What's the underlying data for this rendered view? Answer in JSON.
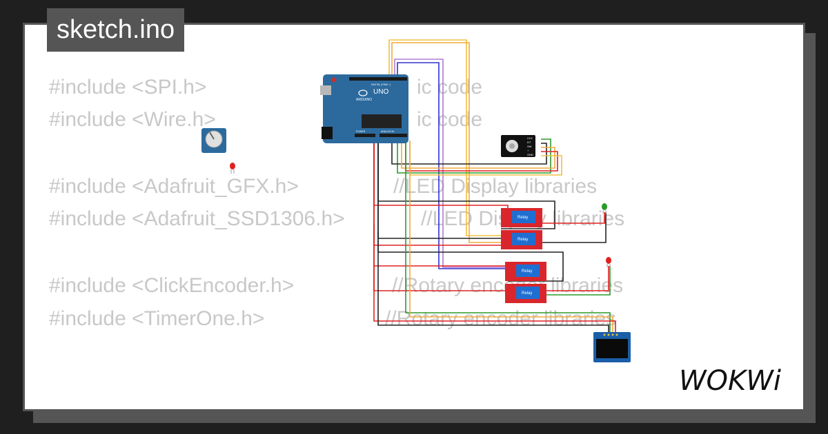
{
  "file_tab": {
    "label": "sketch.ino"
  },
  "code": {
    "lines": [
      {
        "text": "#include <SPI.h>"
      },
      {
        "text": "#include <Wire.h>"
      },
      {
        "text": "#include <Adafruit_GFX.h>"
      },
      {
        "text": "#include <Adafruit_SSD1306.h>"
      },
      {
        "text": "#include <ClickEncoder.h>"
      },
      {
        "text": "#include <TimerOne.h>"
      }
    ],
    "comments": [
      {
        "text": "ic code"
      },
      {
        "text": "ic code"
      },
      {
        "text": "//LED Display libraries"
      },
      {
        "text": "//LED Display libraries"
      },
      {
        "text": "//Rotary encoder libraries"
      },
      {
        "text": "//Rotary encoder libraries"
      }
    ]
  },
  "components": {
    "arduino": {
      "brand": "ARDUINO",
      "model": "UNO",
      "header_label": "DIGITAL (PWM ~)",
      "power_label": "POWER",
      "analog_label": "ANALOG IN"
    },
    "relays": [
      {
        "label": "Relay"
      },
      {
        "label": "Relay"
      },
      {
        "label": "Relay"
      },
      {
        "label": "Relay"
      }
    ],
    "leds": [
      {
        "color": "red"
      },
      {
        "color": "green"
      },
      {
        "color": "red"
      }
    ],
    "encoder_pins": [
      "CLK",
      "DT",
      "SW",
      "+",
      "GND"
    ]
  },
  "brand": {
    "logo_text": "WOKWi"
  },
  "colors": {
    "background": "#1f1f1f",
    "card": "#ffffff",
    "card_border": "#555555",
    "code_text": "#c8c8c8",
    "arduino_board": "#2c6a9e",
    "relay_board": "#d9262c",
    "relay_cube": "#1e6fd1",
    "oled_board": "#1b5ea8",
    "wire_red": "#e02020",
    "wire_black": "#222222",
    "wire_green": "#2a9a2a",
    "wire_yellow": "#f0c040",
    "wire_orange": "#f2a93b",
    "wire_blue": "#3030d0",
    "wire_purple": "#b07ad8"
  }
}
